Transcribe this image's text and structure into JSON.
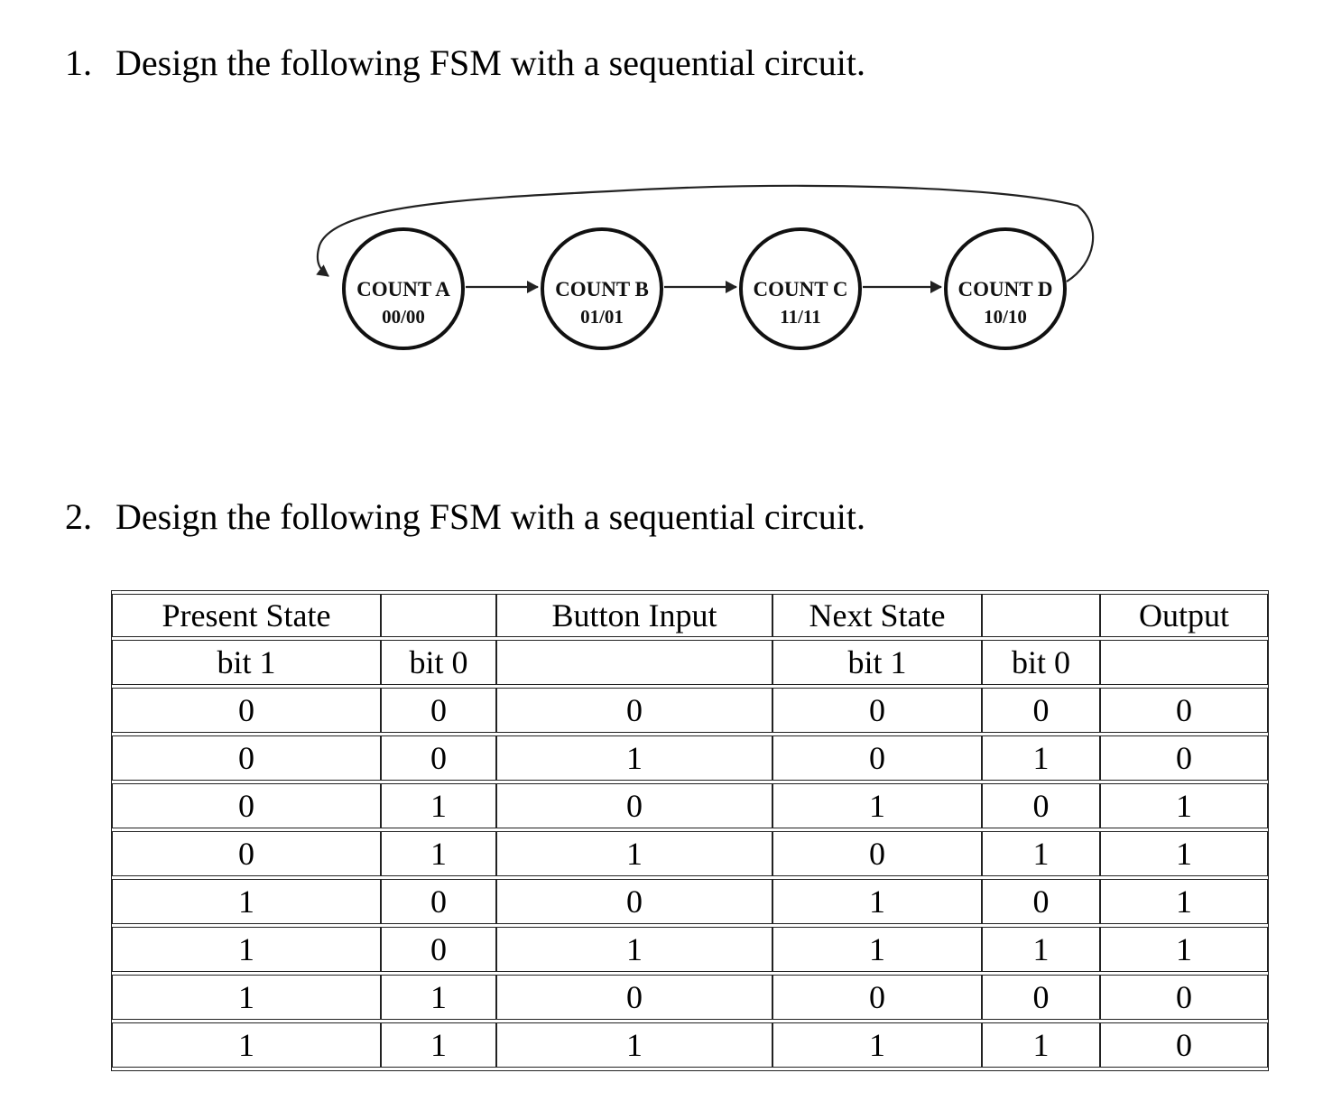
{
  "colors": {
    "text": "#000000",
    "background": "#ffffff",
    "border": "#222222"
  },
  "problems": [
    {
      "number": "1.",
      "text": "Design the following FSM with a sequential circuit."
    },
    {
      "number": "2.",
      "text": "Design the following FSM with a sequential circuit."
    }
  ],
  "fsm_diagram": {
    "states": [
      {
        "name": "COUNT A",
        "label": "00/00"
      },
      {
        "name": "COUNT B",
        "label": "01/01"
      },
      {
        "name": "COUNT C",
        "label": "11/11"
      },
      {
        "name": "COUNT D",
        "label": "10/10"
      }
    ],
    "transitions": [
      {
        "from": "COUNT A",
        "to": "COUNT B"
      },
      {
        "from": "COUNT B",
        "to": "COUNT C"
      },
      {
        "from": "COUNT C",
        "to": "COUNT D"
      },
      {
        "from": "COUNT D",
        "to": "COUNT A"
      }
    ]
  },
  "truth_table": {
    "header_row1": [
      "Present State",
      "",
      "Button Input",
      "Next State",
      "",
      "Output"
    ],
    "header_row2": [
      "bit 1",
      "bit 0",
      "",
      "bit 1",
      "bit 0",
      ""
    ],
    "rows": [
      [
        "0",
        "0",
        "0",
        "0",
        "0",
        "0"
      ],
      [
        "0",
        "0",
        "1",
        "0",
        "1",
        "0"
      ],
      [
        "0",
        "1",
        "0",
        "1",
        "0",
        "1"
      ],
      [
        "0",
        "1",
        "1",
        "0",
        "1",
        "1"
      ],
      [
        "1",
        "0",
        "0",
        "1",
        "0",
        "1"
      ],
      [
        "1",
        "0",
        "1",
        "1",
        "1",
        "1"
      ],
      [
        "1",
        "1",
        "0",
        "0",
        "0",
        "0"
      ],
      [
        "1",
        "1",
        "1",
        "1",
        "1",
        "0"
      ]
    ]
  }
}
